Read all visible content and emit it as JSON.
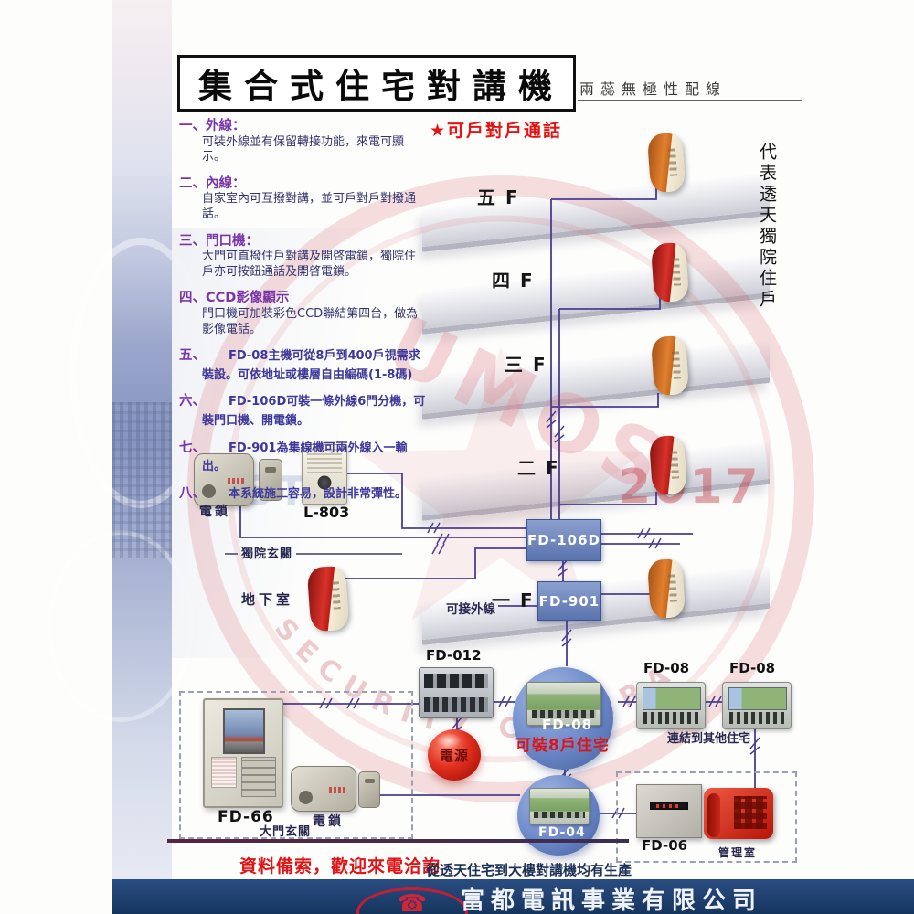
{
  "title": {
    "main": "集合式住宅對講機",
    "subtitle": "兩蕊無極性配線"
  },
  "highlight": "★可戶對戶通話",
  "side_note": "代表透天獨院住戶",
  "features": [
    {
      "num": "一、",
      "head": "外線：",
      "body": "可裝外線並有保留轉接功能，來電可顯示。"
    },
    {
      "num": "二、",
      "head": "內線：",
      "body": "自家室內可互撥對講，並可戶對戶對撥通話。"
    },
    {
      "num": "三、",
      "head": "門口機：",
      "body": "大門可直撥住戶對講及開啓電鎖，獨院住戶亦可按鈕通話及開啓電鎖。"
    },
    {
      "num": "四、",
      "head": "CCD影像顯示",
      "body": "門口機可加裝彩色CCD聯結第四台，做為影像電話。"
    },
    {
      "num": "五、",
      "head": "",
      "body": "FD-08主機可從8戶到400戶視需求裝設。可依地址或樓層自由編碼(1-8碼)"
    },
    {
      "num": "六、",
      "head": "",
      "body": "FD-106D可裝一條外線6門分機，可裝門口機、開電鎖。"
    },
    {
      "num": "七、",
      "head": "",
      "body": "FD-901為集線機可兩外線入一輸出。"
    },
    {
      "num": "八、",
      "head": "",
      "body": "本系統施工容易，設計非常彈性。"
    }
  ],
  "floors": [
    "五 F",
    "四 F",
    "三 F",
    "二 F",
    "一 F"
  ],
  "labels": {
    "lock_top": "電鎖",
    "l803": "L-803",
    "detached_entrance": "獨院玄關",
    "basement": "地下室",
    "fd106d": "FD-106D",
    "fd901": "FD-901",
    "outside_line": "可接外線",
    "fd012": "FD-012",
    "power": "電源",
    "fd08_main": "FD-08",
    "fd08_note": "可裝8戶住宅",
    "fd08_sub1": "FD-08",
    "fd08_sub2": "FD-08",
    "link_other": "連結到其他住宅",
    "fd04": "FD-04",
    "fd06": "FD-06",
    "mgmt_room": "管理室",
    "fd66": "FD-66",
    "lock_bottom": "電鎖",
    "gate_entrance": "大門玄關"
  },
  "footer": {
    "contact": "資料備索，歡迎來電洽詢",
    "production": "從透天住宅到大樓對講機均有生產",
    "company": "富都電訊事業有限公司",
    "logo_icon": "☎"
  },
  "watermark": {
    "brand": "UMOS",
    "year": "2017",
    "est": "EST",
    "security": "SECURITY CAMERA"
  },
  "colors": {
    "wire": "#4a3e92",
    "accent_red": "#e51414",
    "box_blue": "#5a74ae",
    "banner_navy": "#16355e"
  }
}
